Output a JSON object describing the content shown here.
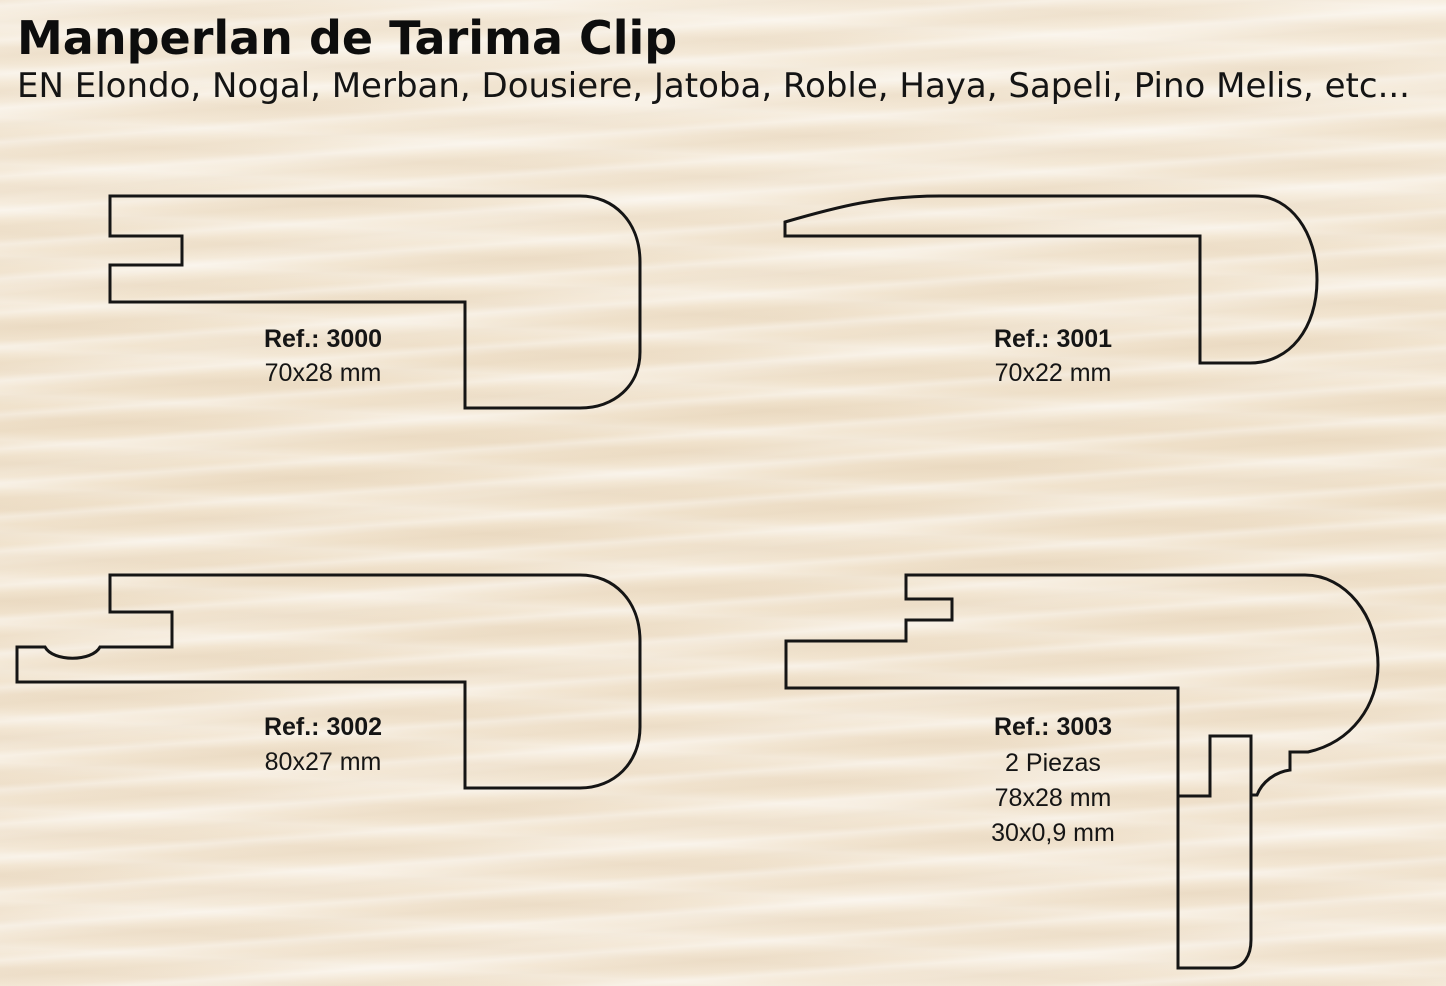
{
  "header": {
    "title": "Manperlan de Tarima Clip",
    "subtitle": "EN Elondo, Nogal, Merban, Dousiere, Jatoba, Roble, Haya, Sapeli, Pino Melis, etc..."
  },
  "profiles": [
    {
      "ref": "Ref.: 3000",
      "lines": [
        "70x28 mm"
      ]
    },
    {
      "ref": "Ref.: 3001",
      "lines": [
        "70x22 mm"
      ]
    },
    {
      "ref": "Ref.: 3002",
      "lines": [
        "80x27 mm"
      ]
    },
    {
      "ref": "Ref.: 3003",
      "lines": [
        "2 Piezas",
        "78x28 mm",
        "30x0,9 mm"
      ]
    }
  ],
  "colors": {
    "background": "#f3e6d2",
    "outline": "#151515"
  }
}
